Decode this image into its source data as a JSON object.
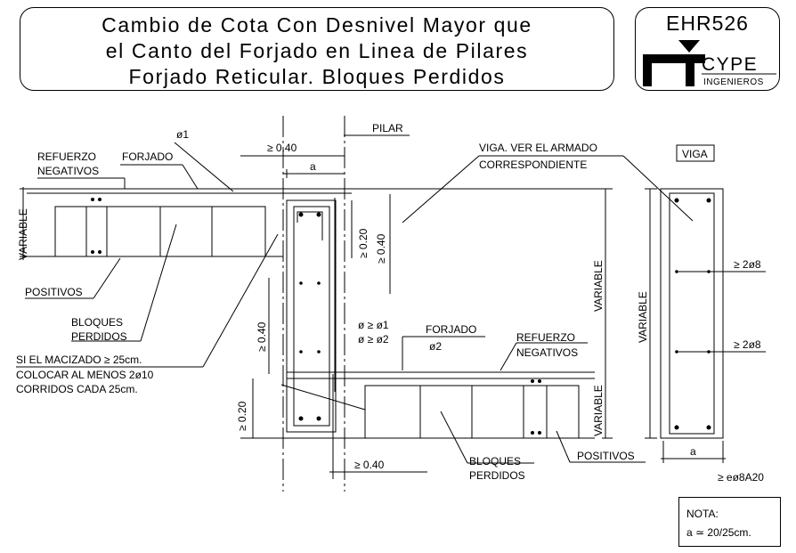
{
  "title": {
    "line1": "Cambio de Cota Con Desnivel Mayor que",
    "line2": "el Canto del Forjado en Linea de Pilares",
    "line3": "Forjado Reticular. Bloques Perdidos"
  },
  "logo": {
    "code": "EHR526",
    "brand": "CYPE",
    "sub": "INGENIEROS"
  },
  "labels": {
    "phi1": "ø1",
    "phi2": "ø2",
    "ge040_top": "≥ 0.40",
    "a_top": "a",
    "pilar": "PILAR",
    "refuerzo_neg_1a": "REFUERZO",
    "refuerzo_neg_1b": "NEGATIVOS",
    "forjado_1": "FORJADO",
    "viga_ver_a": "VIGA. VER EL ARMADO",
    "viga_ver_b": "CORRESPONDIENTE",
    "viga_box": "VIGA",
    "variable_left": "VARIABLE",
    "ge020_right": "≥ 0.20",
    "ge040_right": "≥ 0.40",
    "positivos_1": "POSITIVOS",
    "bloques_1a": "BLOQUES",
    "bloques_1b": "PERDIDOS",
    "variable_mid": "VARIABLE",
    "ge040_left": "≥ 0.40",
    "phi_ge1": "ø ≥ ø1",
    "phi_ge2": "ø ≥ ø2",
    "forjado_2": "FORJADO",
    "refuerzo_neg_2a": "REFUERZO",
    "refuerzo_neg_2b": "NEGATIVOS",
    "si_macizado": "SI EL MACIZADO ≥ 25cm.",
    "colocar": "COLOCAR AL MENOS 2ø10",
    "corridos": "CORRIDOS CADA 25cm.",
    "ge020_left": "≥ 0.20",
    "variable_low": "VARIABLE",
    "ge040_bottom": "≥ 0.40",
    "bloques_2a": "BLOQUES",
    "bloques_2b": "PERDIDOS",
    "positivos_2": "POSITIVOS",
    "variable_viga": "VARIABLE",
    "ge2phi8_a": "≥ 2ø8",
    "ge2phi8_b": "≥ 2ø8",
    "a_viga": "a",
    "estribo": "≥ eø8A20"
  },
  "note": {
    "head": "NOTA:",
    "text": "a ≃ 20/25cm."
  }
}
